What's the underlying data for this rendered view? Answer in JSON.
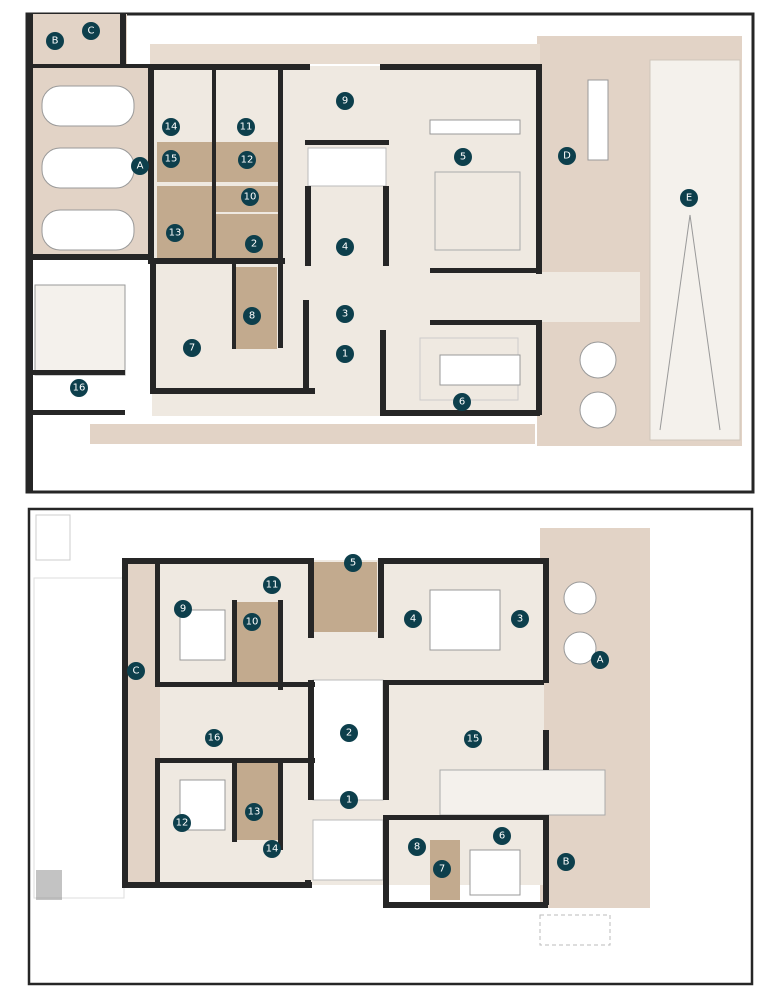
{
  "colors": {
    "marker": "#0d3f4c",
    "floor": "#efe9e1",
    "wet_room": "#c2aa8e",
    "terrace": "#e2d3c6",
    "wall": "#262626"
  },
  "ground_floor": {
    "markers": [
      "B",
      "C",
      "A",
      "14",
      "11",
      "15",
      "12",
      "10",
      "13",
      "2",
      "9",
      "5",
      "D",
      "E",
      "4",
      "3",
      "8",
      "7",
      "1",
      "6",
      "16"
    ]
  },
  "upper_floor": {
    "markers": [
      "11",
      "5",
      "9",
      "10",
      "4",
      "3",
      "A",
      "C",
      "16",
      "2",
      "15",
      "12",
      "13",
      "1",
      "14",
      "8",
      "7",
      "6",
      "B"
    ]
  }
}
